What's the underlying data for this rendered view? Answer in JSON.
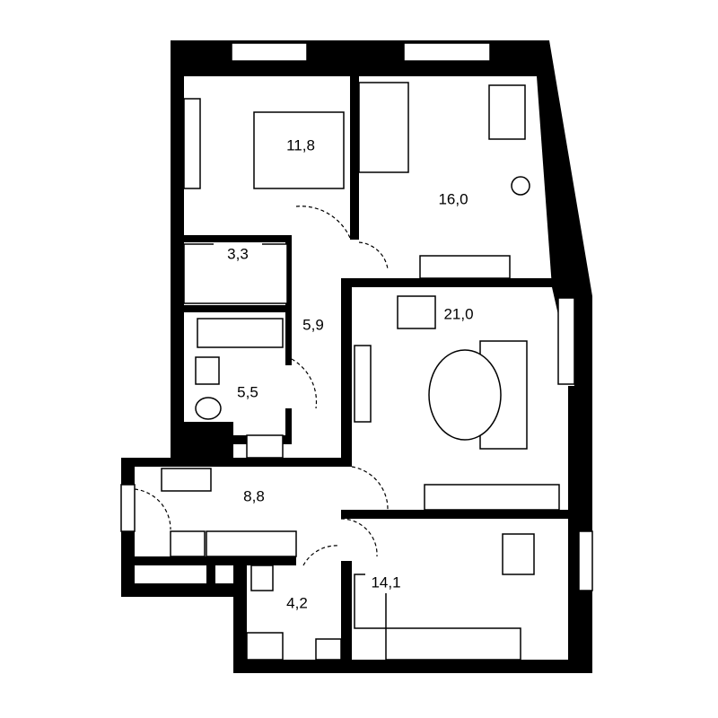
{
  "rooms": [
    {
      "id": "bedroom-1",
      "area": "11,8"
    },
    {
      "id": "bedroom-2",
      "area": "16,0"
    },
    {
      "id": "closet",
      "area": "3,3"
    },
    {
      "id": "corridor",
      "area": "5,9"
    },
    {
      "id": "living-room",
      "area": "21,0"
    },
    {
      "id": "bathroom",
      "area": "5,5"
    },
    {
      "id": "hallway",
      "area": "8,8"
    },
    {
      "id": "wc",
      "area": "4,2"
    },
    {
      "id": "kitchen",
      "area": "14,1"
    }
  ],
  "colors": {
    "wall": "#000000",
    "background": "#ffffff"
  }
}
